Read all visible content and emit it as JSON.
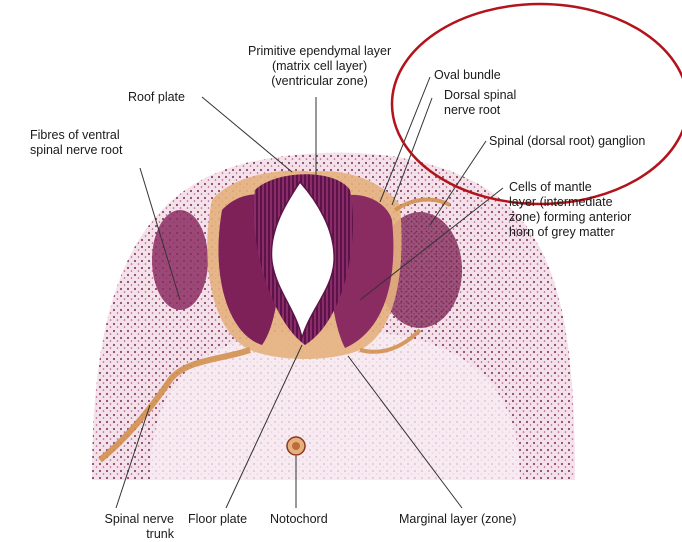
{
  "labels": {
    "primitive_ependymal": "Primitive ependymal layer\n(matrix cell layer)\n(ventricular zone)",
    "roof_plate": "Roof plate",
    "oval_bundle": "Oval bundle",
    "dorsal_spinal_root": "Dorsal spinal\nnerve root",
    "spinal_ganglion": "Spinal (dorsal root) ganglion",
    "ventral_root_fibres": "Fibres of ventral\nspinal nerve root",
    "mantle_cells": "Cells of mantle\nlayer (intermediate\nzone) forming anterior\nhorn of grey matter",
    "spinal_nerve_trunk": "Spinal nerve\ntrunk",
    "floor_plate": "Floor plate",
    "notochord": "Notochord",
    "marginal_layer": "Marginal layer (zone)"
  },
  "colors": {
    "annotation_ellipse": "#b3131b",
    "tissue_background": "#f3dde6",
    "neural_tube": "#7a1f5c",
    "mantle": "#9a3a6a",
    "nerve_fibres": "#d2904f",
    "leader_lines": "#333333"
  }
}
